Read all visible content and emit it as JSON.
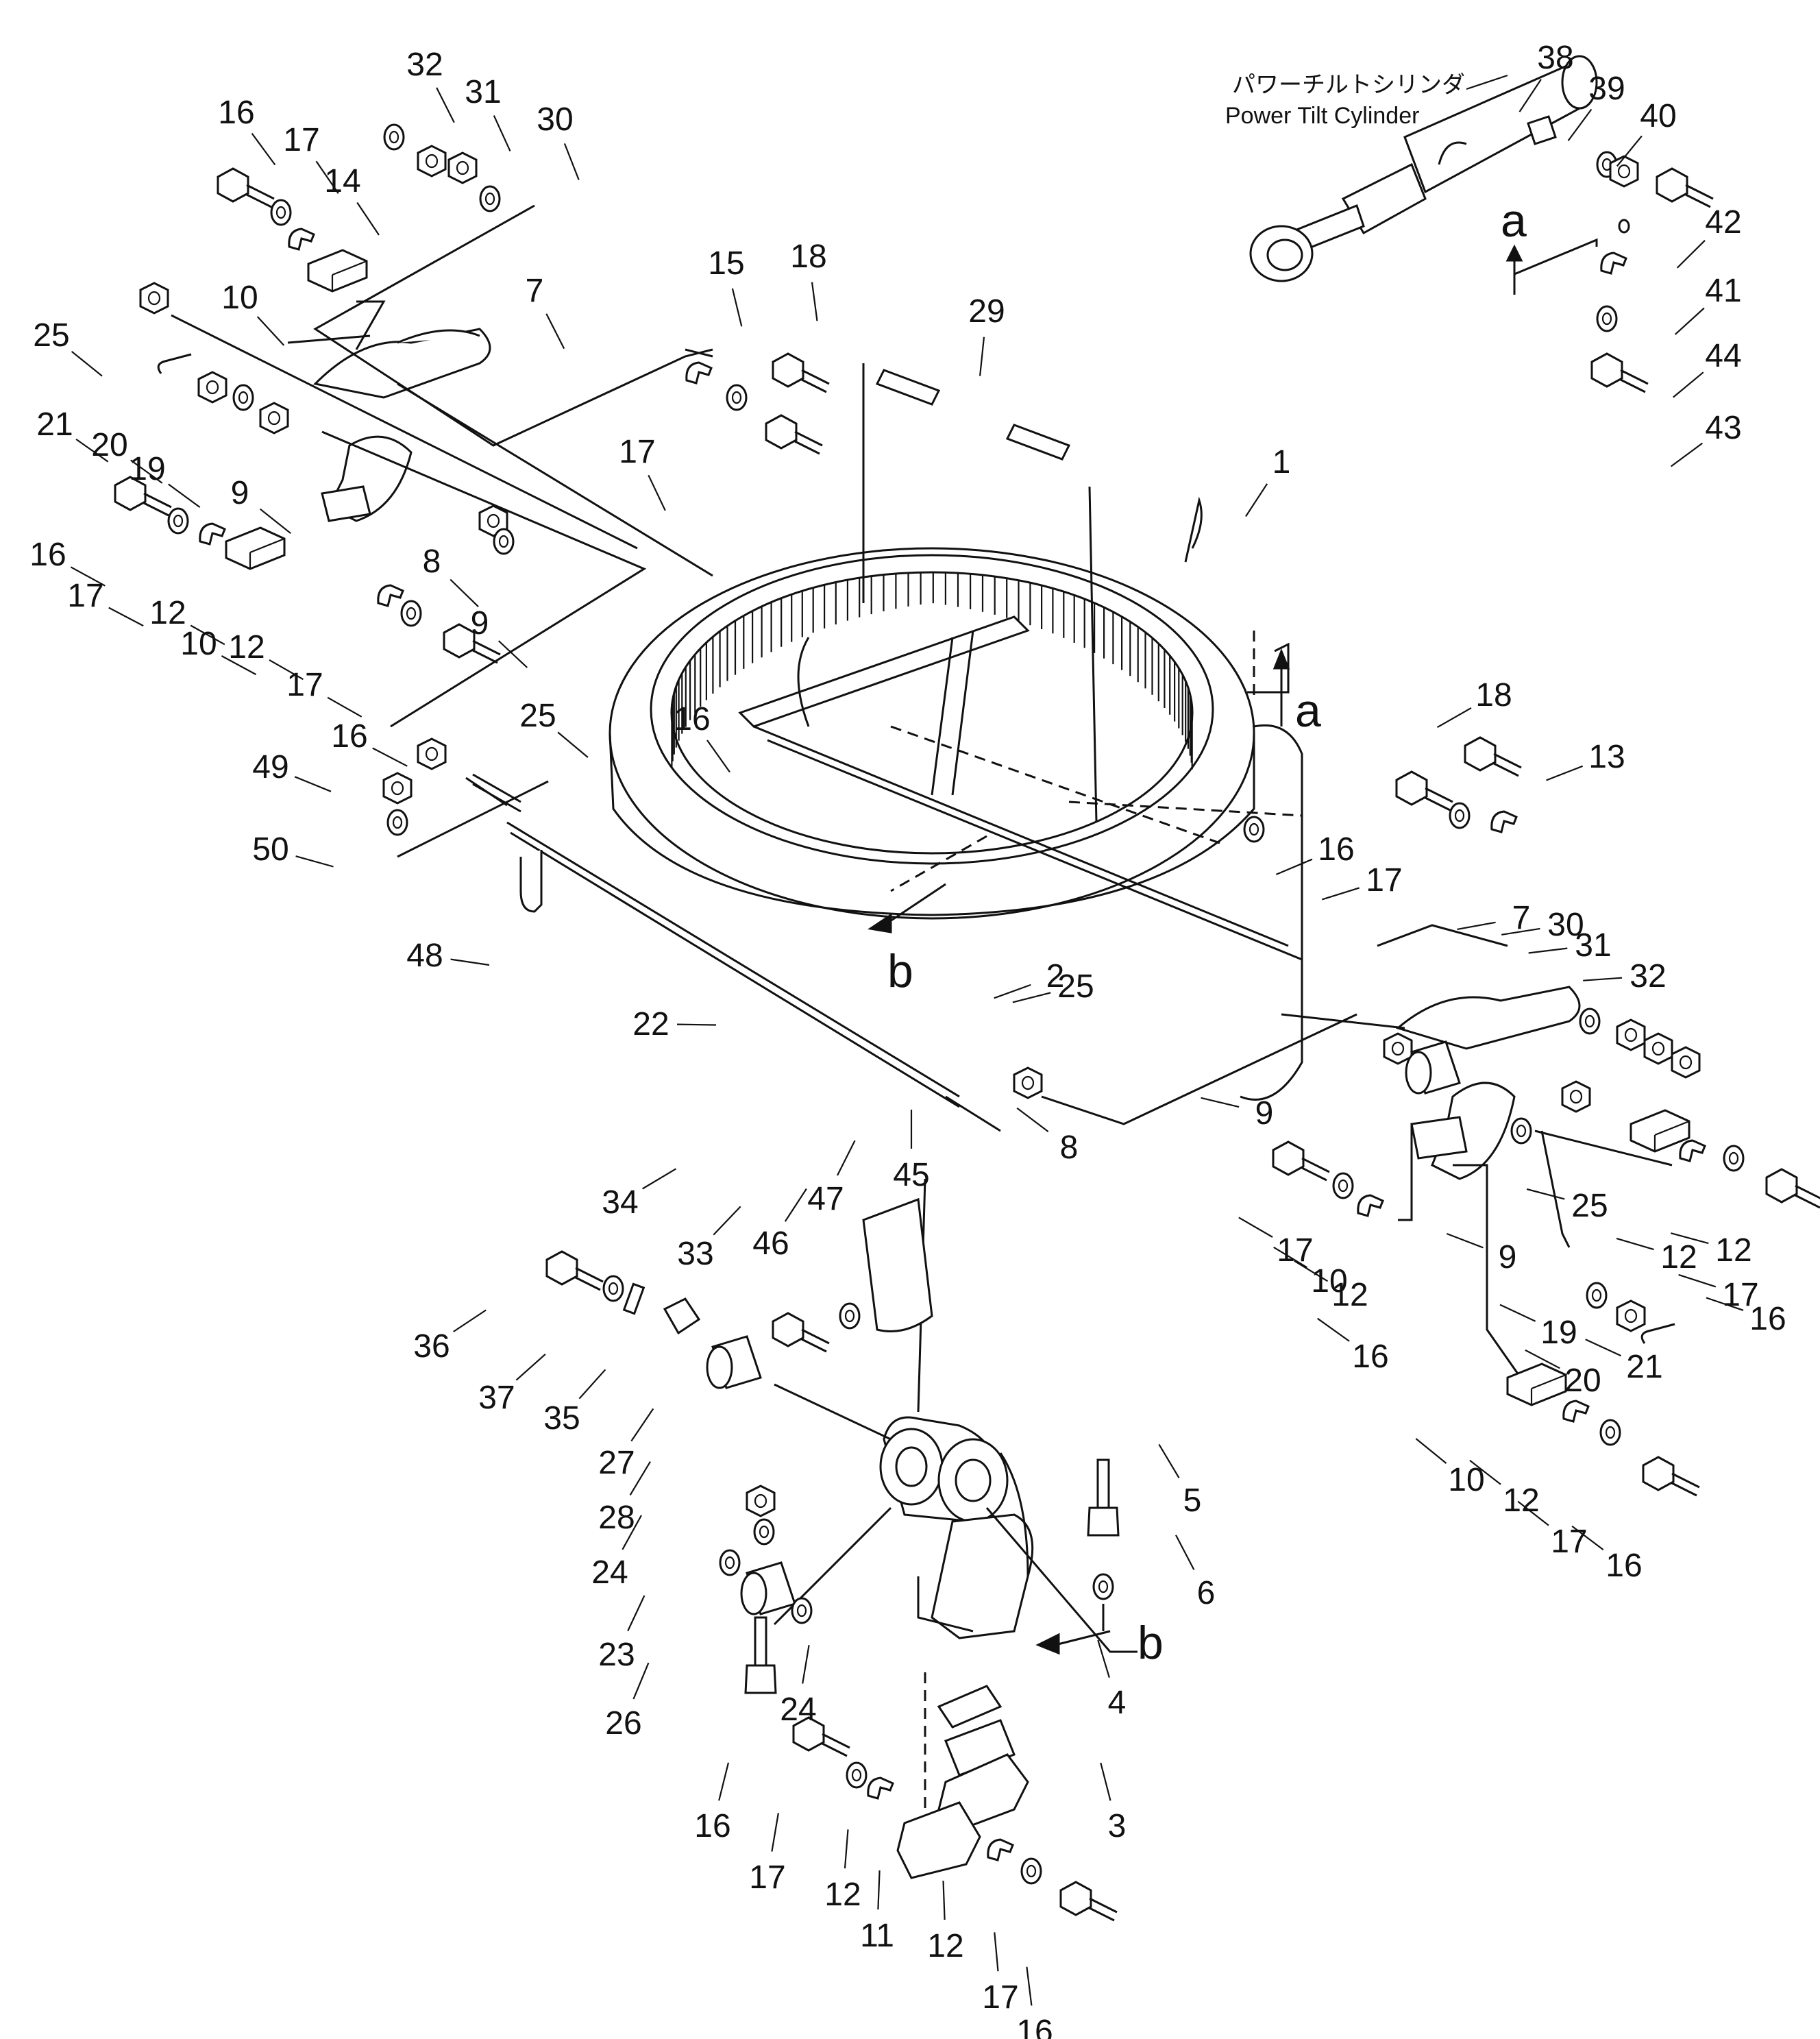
{
  "title_jp": "パワーチルトシリンダ",
  "title_en": "Power Tilt Cylinder",
  "view_labels": [
    "a",
    "a",
    "b",
    "b"
  ],
  "callouts": [
    "1",
    "2",
    "3",
    "4",
    "5",
    "6",
    "7",
    "7",
    "8",
    "8",
    "9",
    "9",
    "9",
    "9",
    "10",
    "10",
    "10",
    "10",
    "11",
    "12",
    "12",
    "12",
    "12",
    "12",
    "12",
    "12",
    "12",
    "13",
    "14",
    "15",
    "16",
    "16",
    "16",
    "16",
    "16",
    "16",
    "16",
    "16",
    "16",
    "16",
    "17",
    "17",
    "17",
    "17",
    "17",
    "17",
    "17",
    "17",
    "17",
    "17",
    "18",
    "18",
    "19",
    "19",
    "20",
    "20",
    "21",
    "21",
    "22",
    "23",
    "24",
    "24",
    "25",
    "25",
    "25",
    "25",
    "26",
    "27",
    "28",
    "29",
    "30",
    "30",
    "31",
    "31",
    "32",
    "32",
    "33",
    "34",
    "35",
    "36",
    "37",
    "38",
    "39",
    "40",
    "41",
    "42",
    "43",
    "44",
    "45",
    "46",
    "47",
    "48",
    "49",
    "50"
  ]
}
